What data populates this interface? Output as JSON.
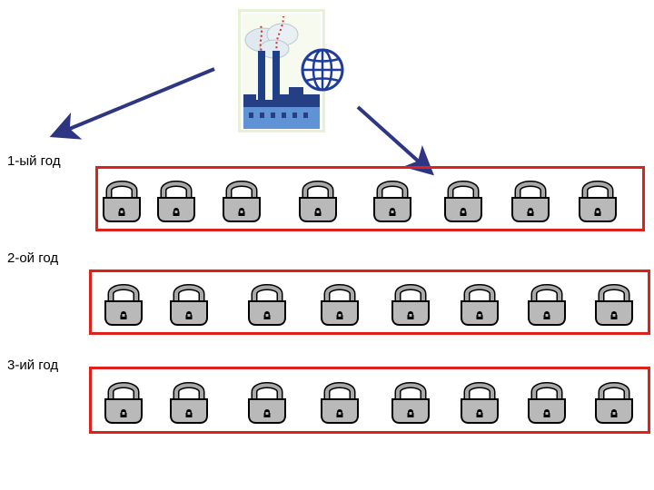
{
  "labels": {
    "year1": "1-ый год",
    "year2": "2-ой год",
    "year3": "3-ий год"
  },
  "rows": [
    {
      "label_key": "year1",
      "lock_count": 8
    },
    {
      "label_key": "year2",
      "lock_count": 8
    },
    {
      "label_key": "year3",
      "lock_count": 8
    }
  ],
  "icons": {
    "factory": "factory-globe-icon",
    "lock": "padlock-icon",
    "arrow": "arrow-icon"
  },
  "colors": {
    "frame": "#e0201b",
    "arrow": "#2e3583",
    "lock_body": "#b9b9b9",
    "factory_bg": "#e7f1d6",
    "factory_sky": "#5f93d6",
    "globe": "#1e3c9b"
  }
}
